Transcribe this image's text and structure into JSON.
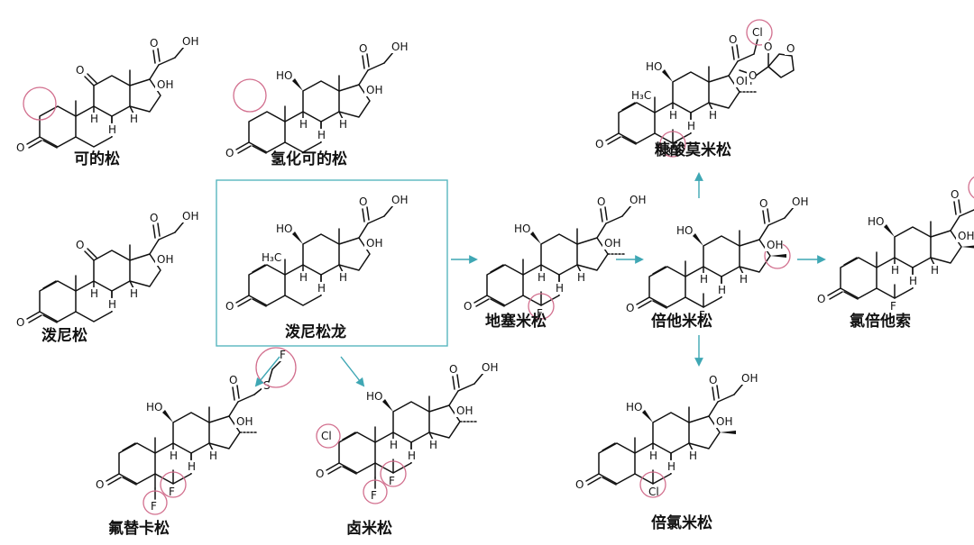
{
  "labels": {
    "hydroxyl": "OH",
    "carbonyl_o": "O",
    "hydro": "H",
    "methyl": "H₃C",
    "fluoro": "F",
    "chloro": "Cl",
    "sulfur": "S",
    "ho": "HO"
  },
  "compounds": [
    {
      "id": "cortisone",
      "name": "可的松"
    },
    {
      "id": "hydrocortisone",
      "name": "氢化可的松"
    },
    {
      "id": "prednisone",
      "name": "泼尼松"
    },
    {
      "id": "prednisolone",
      "name": "泼尼松龙"
    },
    {
      "id": "dexamethasone",
      "name": "地塞米松"
    },
    {
      "id": "betamethasone",
      "name": "倍他米松"
    },
    {
      "id": "clobetasol",
      "name": "氯倍他索"
    },
    {
      "id": "mometasone-furoate",
      "name": "糠酸莫米松"
    },
    {
      "id": "fluticasone",
      "name": "氟替卡松"
    },
    {
      "id": "halometasone",
      "name": "卤米松"
    },
    {
      "id": "beclomethasone",
      "name": "倍氯米松"
    }
  ],
  "colors": {
    "arrow": "#3fa7b4",
    "highlight_box": "#58b6bf",
    "circle": "#d26f8e",
    "line": "#111111"
  }
}
